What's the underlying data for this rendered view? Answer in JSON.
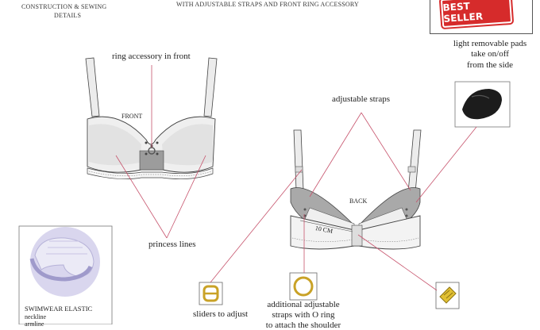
{
  "header": {
    "left_line1": "CONSTRUCTION & SEWING",
    "left_line2": "DETAILS",
    "center": "WITH ADJUSTABLE STRAPS AND FRONT RING ACCESSORY"
  },
  "badge": {
    "text": "BEST SELLER"
  },
  "labels": {
    "pads_line1": "light removable pads",
    "pads_line2": "take on/off",
    "pads_line3": "from the side",
    "ring_front": "ring accessory in front",
    "front": "FRONT",
    "adjustable_straps": "adjustable straps",
    "back": "BACK",
    "measure": "10 CM",
    "princess_lines": "princess lines",
    "sliders": "sliders to adjust",
    "additional_line1": "additional adjustable",
    "additional_line2": "straps with O ring",
    "additional_line3": "to attach the shoulder",
    "swim_title": "SWIMWEAR ELASTIC",
    "swim_line1": "neckline",
    "swim_line2": "armline"
  },
  "colors": {
    "accent_red": "#d62b2b",
    "leader": "#c7546d",
    "garment": "#ececec",
    "gold": "#c9a227"
  }
}
